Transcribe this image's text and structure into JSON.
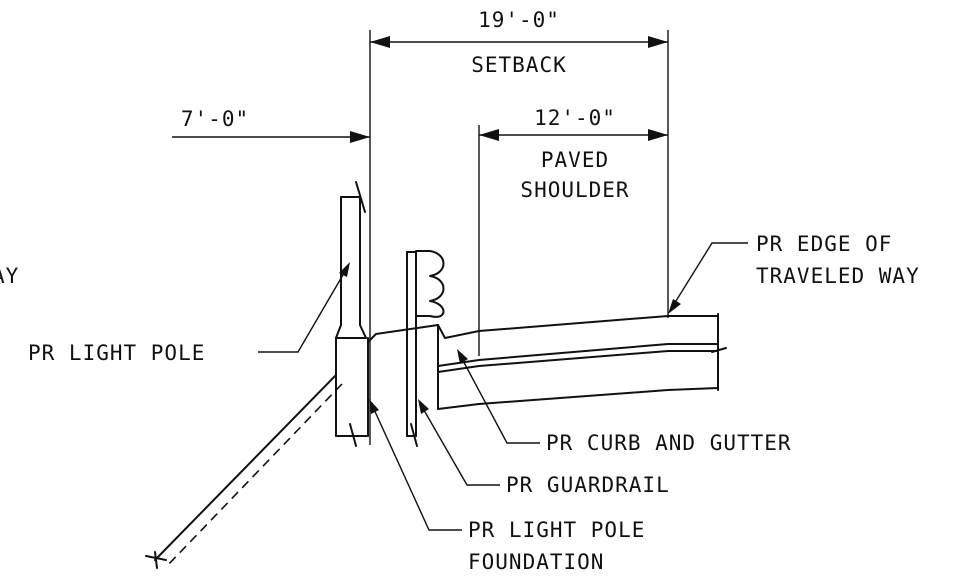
{
  "dimensions": {
    "setback_value": "19'-0\"",
    "setback_label": "SETBACK",
    "offset_value": "7'-0\"",
    "shoulder_value": "12'-0\"",
    "shoulder_label_1": "PAVED",
    "shoulder_label_2": "SHOULDER"
  },
  "callouts": {
    "light_pole": "PR LIGHT POLE",
    "edge_line_1": "PR EDGE OF",
    "edge_line_2": "TRAVELED WAY",
    "curb_gutter": "PR CURB AND GUTTER",
    "guardrail": "PR GUARDRAIL",
    "foundation_line_1": "PR LIGHT POLE",
    "foundation_line_2": "FOUNDATION",
    "cropped_fragment": "AY"
  },
  "colors": {
    "ink": "#111111",
    "background": "#ffffff"
  }
}
